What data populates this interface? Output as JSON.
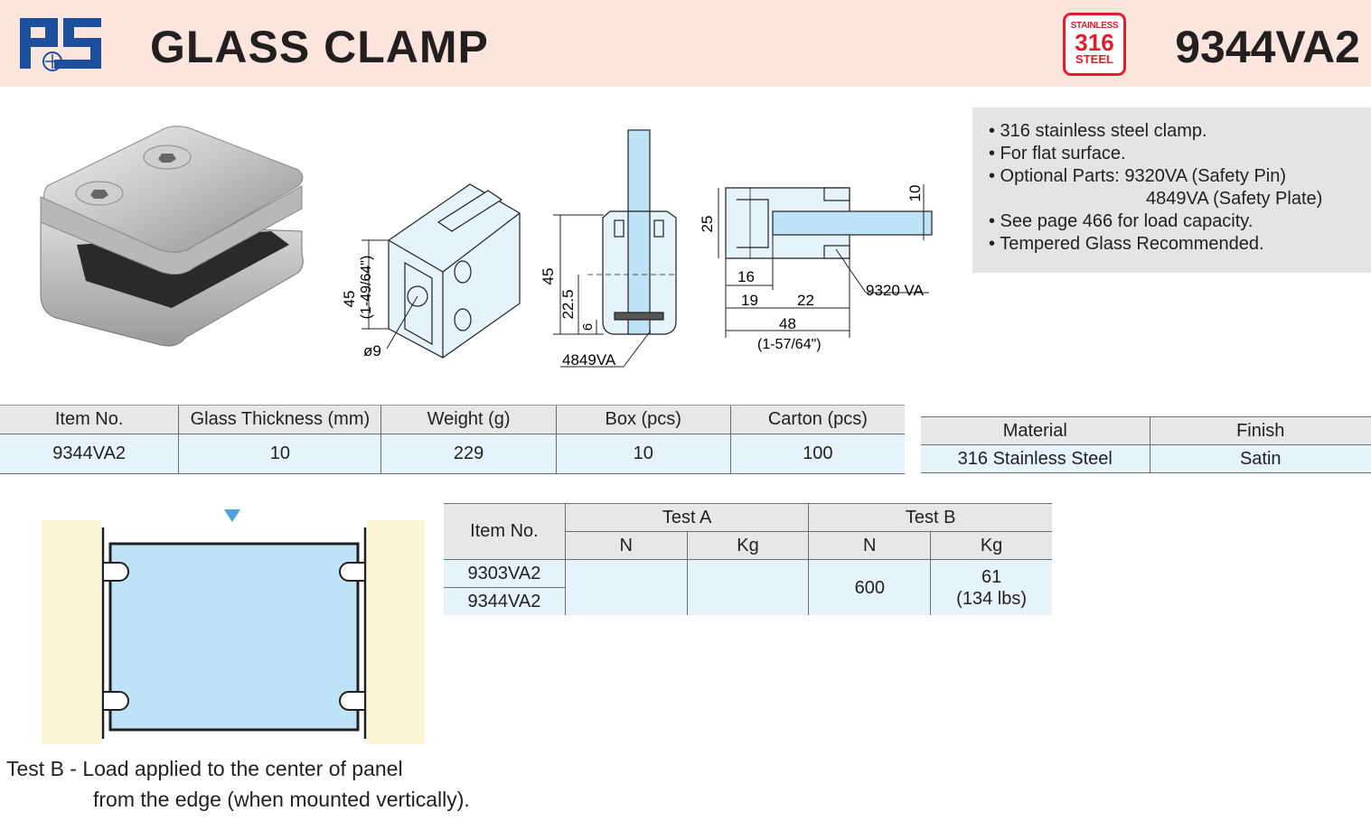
{
  "header": {
    "logo_text": "PS",
    "title": "GLASS CLAMP",
    "badge": {
      "line1": "STAINLESS",
      "line2": "316",
      "line3": "STEEL"
    },
    "model": "9344VA2"
  },
  "features": [
    "• 316 stainless steel clamp.",
    "• For flat surface.",
    "• Optional Parts:  9320VA (Safety Pin)",
    "4849VA (Safety Plate)",
    "• See page 466 for load capacity.",
    "• Tempered Glass Recommended."
  ],
  "drawing": {
    "dim_45": "45",
    "dim_45_in": "(1-49/64\")",
    "dim_dia": "ø9",
    "side_45": "45",
    "side_22_5": "22.5",
    "side_6": "6",
    "plate_label": "4849VA",
    "top_25": "25",
    "top_10": "10",
    "top_16": "16",
    "top_19": "19",
    "top_22": "22",
    "top_48": "48",
    "top_48_in": "(1-57/64\")",
    "pin_label": "9320 VA"
  },
  "spec_table": {
    "headers": [
      "Item No.",
      "Glass Thickness (mm)",
      "Weight (g)",
      "Box (pcs)",
      "Carton (pcs)"
    ],
    "row": [
      "9344VA2",
      "10",
      "229",
      "10",
      "100"
    ]
  },
  "material_table": {
    "headers": [
      "Material",
      "Finish"
    ],
    "row": [
      "316 Stainless Steel",
      "Satin"
    ]
  },
  "load_table": {
    "item_header": "Item No.",
    "test_a": "Test A",
    "test_b": "Test B",
    "sub": [
      "N",
      "Kg",
      "N",
      "Kg"
    ],
    "items": [
      "9303VA2",
      "9344VA2"
    ],
    "test_b_n": "600",
    "test_b_kg": "61",
    "test_b_lbs": "(134 lbs)"
  },
  "caption": {
    "line1": "Test B - Load applied to the center of panel",
    "line2": "from the edge (when mounted vertically)."
  },
  "colors": {
    "header_bg": "#fbe5dc",
    "logo_blue": "#1c4f9c",
    "badge_red": "#e41d2d",
    "table_head": "#e6e7e8",
    "table_cell": "#e4f3fc",
    "glass_blue": "#bfe3f6",
    "wall": "#fdf6d5"
  }
}
